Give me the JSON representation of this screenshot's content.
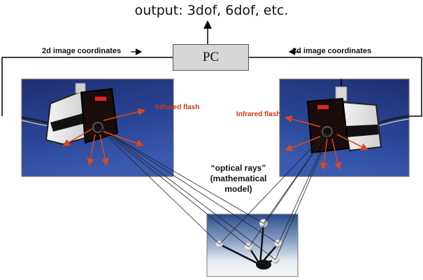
{
  "diagram": {
    "output_label": "output: 3dof, 6dof, etc.",
    "pc_label": "PC",
    "left_coordinates_label": "2d image coordinates",
    "right_coordinates_label": "2d image coordinates",
    "left_flash_label": "Infrared flash",
    "right_flash_label": "Infrared flash",
    "rays_label_line1": "“optical rays”",
    "rays_label_line2": "(mathematical model)",
    "colors": {
      "photo_blue": "#24387e",
      "flash_arrow": "#d9481a",
      "pc_box_fill": "#d6d6d6",
      "line": "#000000"
    }
  }
}
